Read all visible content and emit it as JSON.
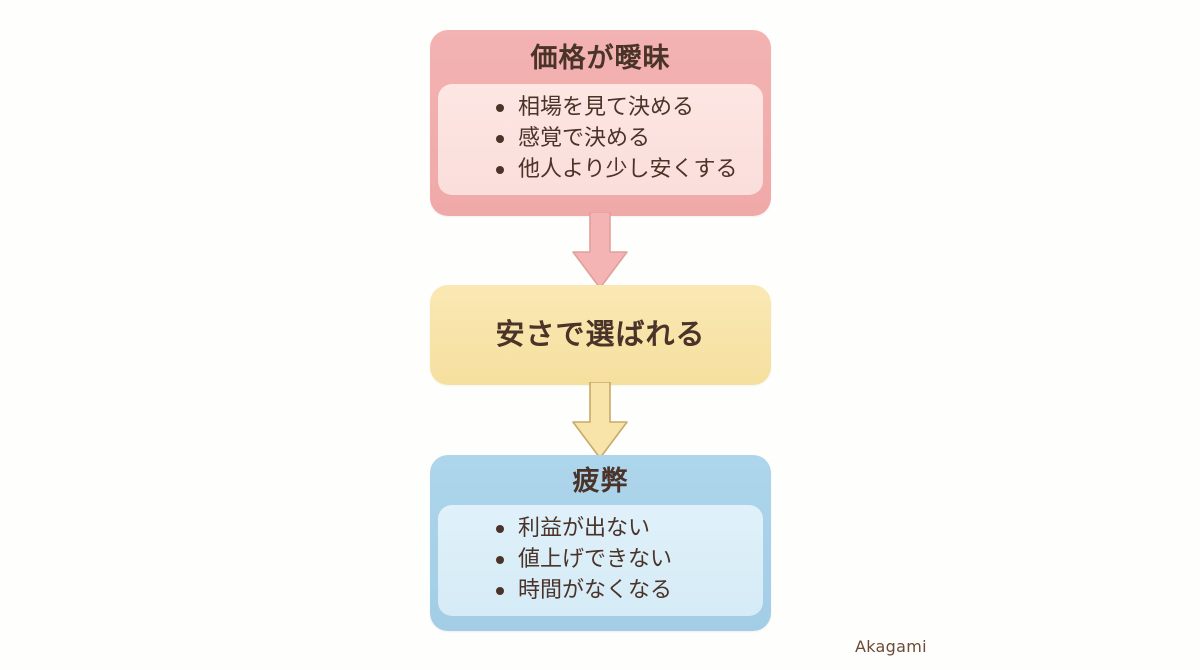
{
  "diagram": {
    "type": "vertical-flowchart",
    "background_color": "#fefefd",
    "text_color": "#4a3328",
    "stages": [
      {
        "id": "price",
        "title": "価格が曖昧",
        "header_color": "#f1aeae",
        "body_color": "#fce3e0",
        "bullets": [
          "相場を見て決める",
          "感覚で決める",
          "他人より少し安くする"
        ]
      },
      {
        "id": "cheap",
        "title": "安さで選ばれる",
        "header_color": "#f8e4aa",
        "body_color": "#f8e4aa",
        "bullets": []
      },
      {
        "id": "exhaust",
        "title": "疲弊",
        "header_color": "#a9d3e8",
        "body_color": "#dceff8",
        "bullets": [
          "利益が出ない",
          "値上げできない",
          "時間がなくなる"
        ]
      }
    ],
    "arrows": [
      {
        "id": "price-to-cheap",
        "from": "price",
        "to": "cheap",
        "fill": "#f3b4b3",
        "stroke": "#dd9a97"
      },
      {
        "id": "cheap-to-exhaust",
        "from": "cheap",
        "to": "exhaust",
        "fill": "#f8e3a9",
        "stroke": "#c8a968"
      }
    ]
  },
  "watermark": {
    "label": "Akagami"
  }
}
